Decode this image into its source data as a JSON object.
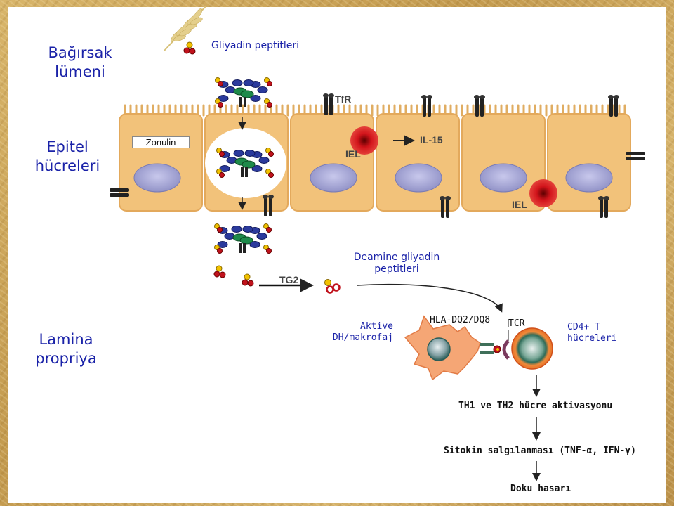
{
  "regions": {
    "lumen_line1": "Bağırsak",
    "lumen_line2": "lümeni",
    "epithelium_line1": "Epitel",
    "epithelium_line2": "hücreleri",
    "lamina_line1": "Lamina",
    "lamina_line2": "propriya"
  },
  "labels": {
    "gliadin_peptides": "Gliyadin peptitleri",
    "tfr": "TfR",
    "zonulin": "Zonulin",
    "iel_top": "IEL",
    "il15": "IL-15",
    "iel_bottom": "IEL",
    "deamidated_line1": "Deamine gliyadin",
    "deamidated_line2": "peptitleri",
    "tg2": "TG2",
    "apc_line1": "Aktive",
    "apc_line2": "DH/makrofaj",
    "hla": "HLA-DQ2/DQ8",
    "tcr": "TCR",
    "cd4_line1": "CD4+ T",
    "cd4_line2": "hücreleri"
  },
  "cascade": {
    "step1": "TH1 ve TH2 hücre aktivasyonu",
    "step2": "Sitokin salgılanması (TNF-α, IFN-γ)",
    "step3": "Doku hasarı"
  },
  "colors": {
    "label_blue": "#1a22a8",
    "cell_fill": "#f2c27a",
    "nucleus": "#a9a9d6",
    "iel_red": "#d2141b"
  }
}
